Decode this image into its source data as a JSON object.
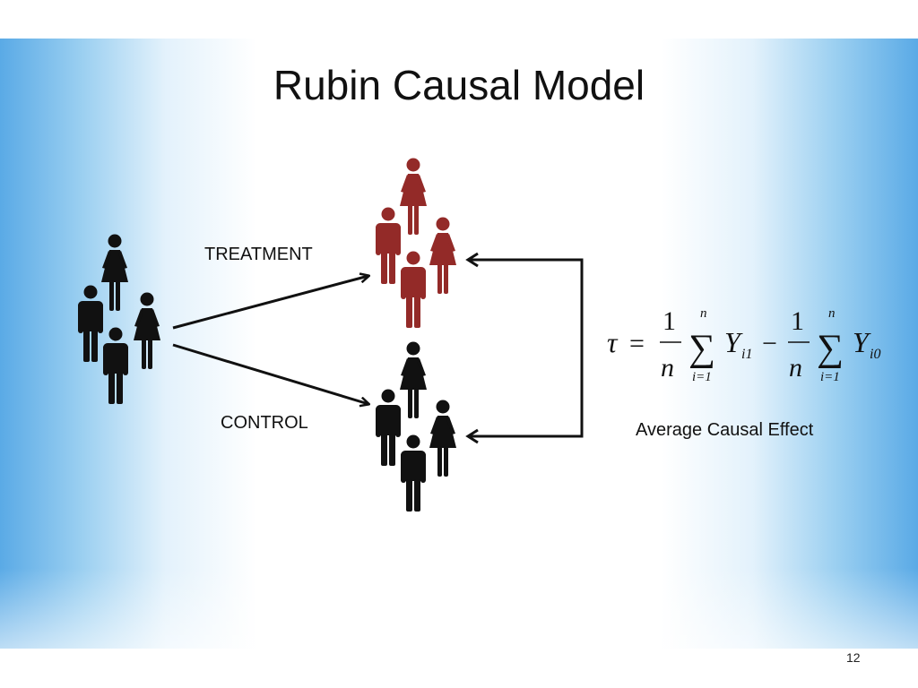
{
  "title": "Rubin Causal Model",
  "labels": {
    "treatment": "TREATMENT",
    "control": "CONTROL",
    "effect": "Average Causal Effect"
  },
  "formula": {
    "tau": "τ",
    "equals": "=",
    "minus": "−",
    "one": "1",
    "n": "n",
    "sum": "∑",
    "sum_upper": "n",
    "sum_lower": "i=1",
    "y": "Y",
    "sub_treated": "i1",
    "sub_control": "i0"
  },
  "page_number": "12",
  "colors": {
    "treatment_group": "#932a28",
    "control_group": "#111111",
    "population": "#111111"
  },
  "icons": [
    "woman-icon",
    "man-icon"
  ]
}
